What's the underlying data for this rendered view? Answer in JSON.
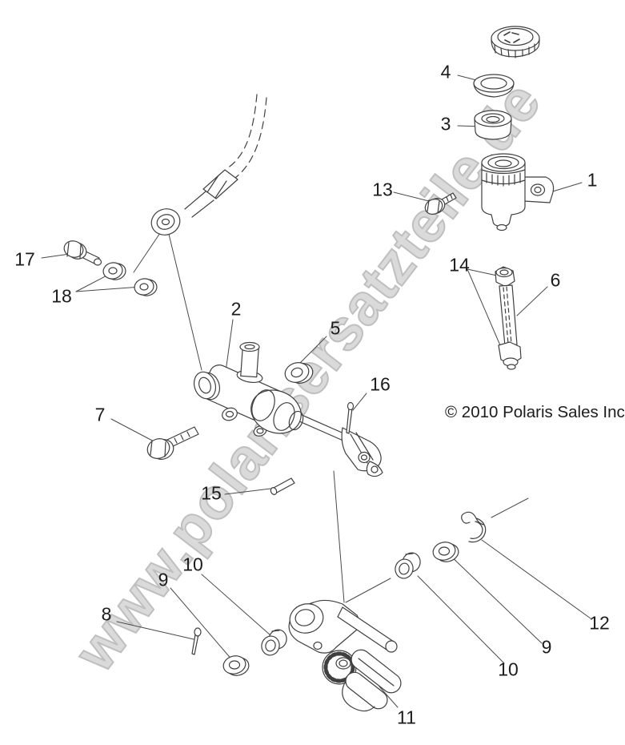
{
  "watermark": "www.polarisersatzteile.de",
  "copyright": "© 2010 Polaris Sales Inc.",
  "callouts": [
    {
      "label": "1"
    },
    {
      "label": "2"
    },
    {
      "label": "3"
    },
    {
      "label": "4"
    },
    {
      "label": "5"
    },
    {
      "label": "6"
    },
    {
      "label": "7"
    },
    {
      "label": "8"
    },
    {
      "label": "9"
    },
    {
      "label": "10"
    },
    {
      "label": "11"
    },
    {
      "label": "12"
    },
    {
      "label": "9"
    },
    {
      "label": "10"
    },
    {
      "label": "13"
    },
    {
      "label": "14"
    },
    {
      "label": "15"
    },
    {
      "label": "16"
    },
    {
      "label": "17"
    },
    {
      "label": "18"
    }
  ]
}
